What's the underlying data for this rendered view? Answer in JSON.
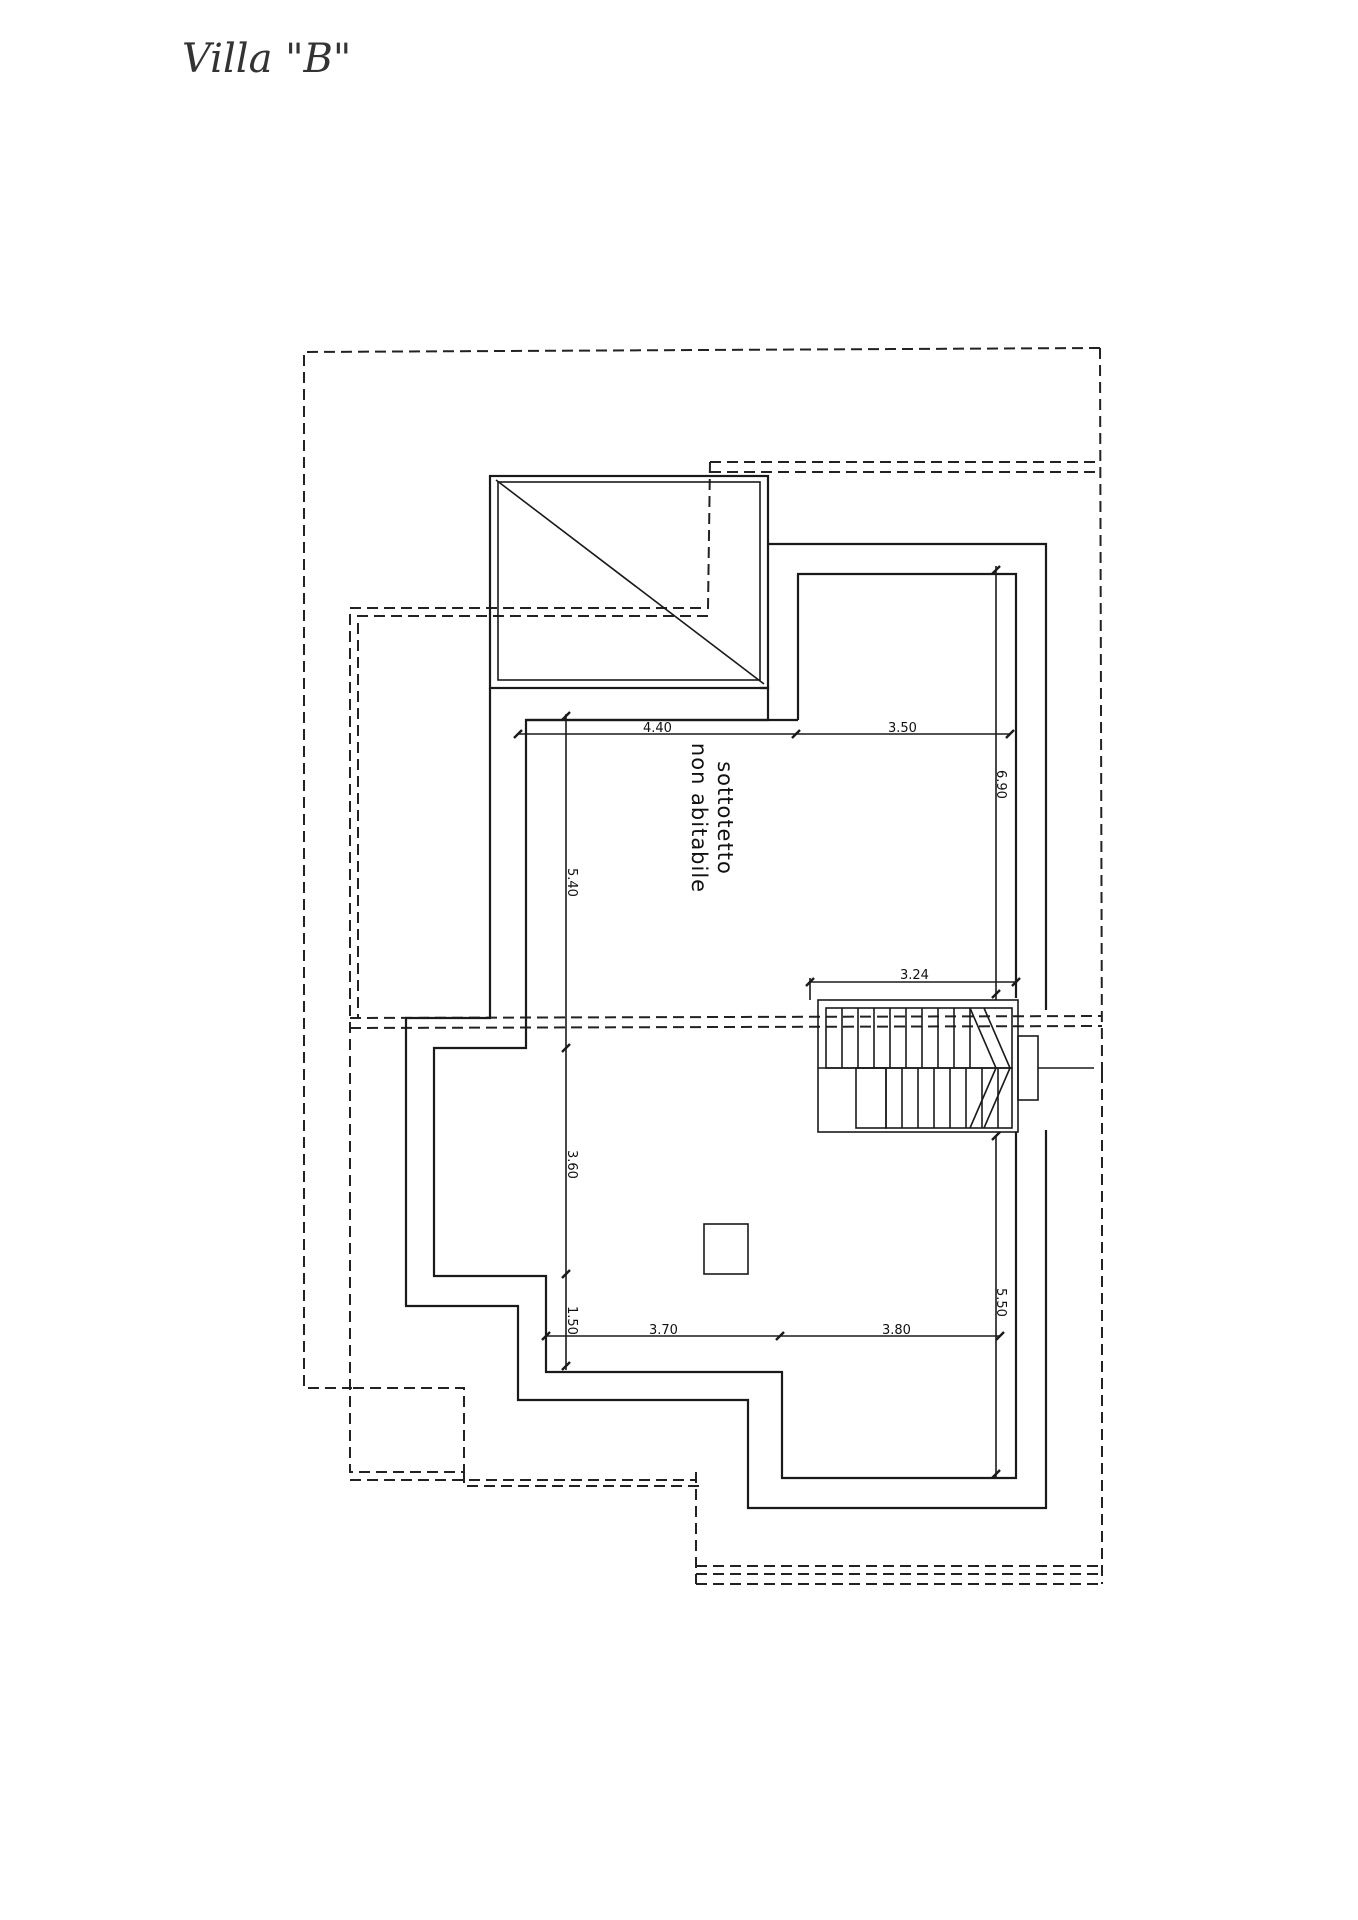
{
  "handwritten_title": "Villa \"B\"",
  "room": {
    "line1": "sottotetto",
    "line2": "non abitabile"
  },
  "dimensions": {
    "top_left_width": "4.40",
    "top_right_width": "3.50",
    "right_upper_height": "6.90",
    "left_upper_height": "5.40",
    "stair_width": "3.24",
    "left_middle_height": "3.60",
    "left_lower_height": "1.50",
    "bottom_left_width": "3.70",
    "bottom_right_width": "3.80",
    "right_lower_height": "5.50"
  }
}
